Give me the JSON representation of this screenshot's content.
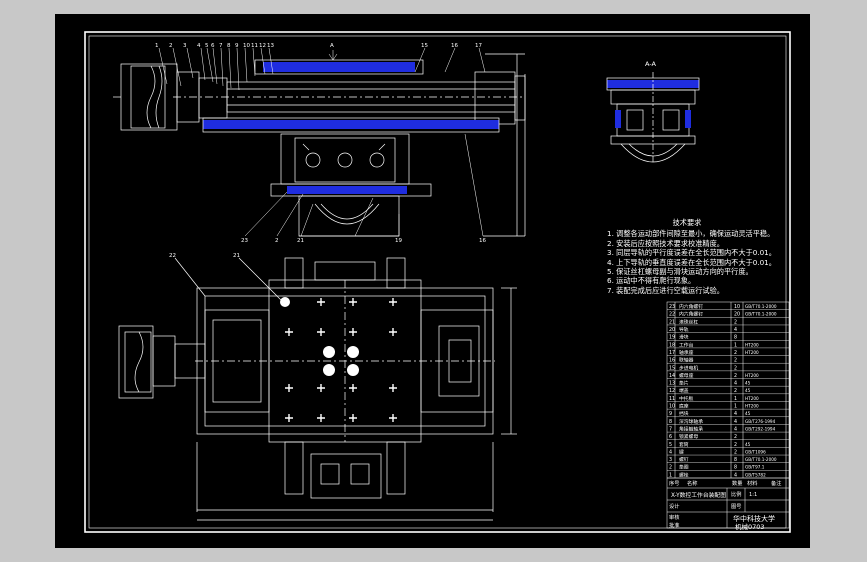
{
  "drawing": {
    "section_label": "A-A",
    "arrow_label": "A",
    "leader_numbers_top": [
      "1",
      "2",
      "3",
      "4",
      "5",
      "6",
      "7",
      "8",
      "9",
      "10",
      "11",
      "12",
      "13"
    ],
    "leader_numbers_right": [
      "15",
      "16",
      "17"
    ],
    "bottom_labels": [
      "23",
      "2",
      "21",
      "19",
      "16"
    ],
    "plan_labels": [
      "22",
      "21"
    ]
  },
  "notes": {
    "title": "技术要求",
    "lines": [
      "1. 调整各运动部件间隙至最小，确保运动灵活平稳。",
      "2. 安装后应按照技术要求校准精度。",
      "3. 同层导轨的平行度误差在全长范围内不大于0.01。",
      "4. 上下导轨的垂直度误差在全长范围内不大于0.01。",
      "5. 保证丝杠螺母副与滑块运动方向的平行度。",
      "6. 运动中不得有爬行现象。",
      "7. 装配完成后应进行空载运行试验。"
    ]
  },
  "title_block": {
    "parts_rows": [
      {
        "no": "23",
        "name": "内六角螺钉",
        "qty": "10",
        "std": "GB/T70.1-2000"
      },
      {
        "no": "22",
        "name": "内六角螺钉",
        "qty": "20",
        "std": "GB/T70.1-2000"
      },
      {
        "no": "21",
        "name": "滚珠丝杠",
        "qty": "2",
        "std": ""
      },
      {
        "no": "20",
        "name": "导轨",
        "qty": "4",
        "std": ""
      },
      {
        "no": "19",
        "name": "滑块",
        "qty": "8",
        "std": ""
      },
      {
        "no": "18",
        "name": "工作台",
        "qty": "1",
        "std": "HT200"
      },
      {
        "no": "17",
        "name": "轴承座",
        "qty": "2",
        "std": "HT200"
      },
      {
        "no": "16",
        "name": "联轴器",
        "qty": "2",
        "std": ""
      },
      {
        "no": "15",
        "name": "步进电机",
        "qty": "2",
        "std": ""
      },
      {
        "no": "14",
        "name": "螺母座",
        "qty": "2",
        "std": "HT200"
      },
      {
        "no": "13",
        "name": "垫片",
        "qty": "4",
        "std": "45"
      },
      {
        "no": "12",
        "name": "端盖",
        "qty": "2",
        "std": "45"
      },
      {
        "no": "11",
        "name": "中托板",
        "qty": "1",
        "std": "HT200"
      },
      {
        "no": "10",
        "name": "底座",
        "qty": "1",
        "std": "HT200"
      },
      {
        "no": "9",
        "name": "挡块",
        "qty": "4",
        "std": "45"
      },
      {
        "no": "8",
        "name": "深沟球轴承",
        "qty": "4",
        "std": "GB/T276-1994"
      },
      {
        "no": "7",
        "name": "角接触轴承",
        "qty": "4",
        "std": "GB/T292-1994"
      },
      {
        "no": "6",
        "name": "锁紧螺母",
        "qty": "2",
        "std": ""
      },
      {
        "no": "5",
        "name": "套筒",
        "qty": "2",
        "std": "45"
      },
      {
        "no": "4",
        "name": "键",
        "qty": "2",
        "std": "GB/T1096"
      },
      {
        "no": "3",
        "name": "螺钉",
        "qty": "8",
        "std": "GB/T70.1-2000"
      },
      {
        "no": "2",
        "name": "垫圈",
        "qty": "8",
        "std": "GB/T97.1"
      },
      {
        "no": "1",
        "name": "螺栓",
        "qty": "4",
        "std": "GB/T5782"
      }
    ],
    "header": {
      "no": "序号",
      "name": "名称",
      "qty": "数量",
      "material": "材料",
      "note": "备注"
    },
    "assembly_name": "X-Y数控工作台装配图",
    "scale_label": "比例",
    "scale": "1:1",
    "sheet_label": "图号",
    "designer_label": "设计",
    "checker_label": "审核",
    "approver_label": "批准",
    "school": "华中科技大学",
    "drawing_no": "机械0703"
  }
}
